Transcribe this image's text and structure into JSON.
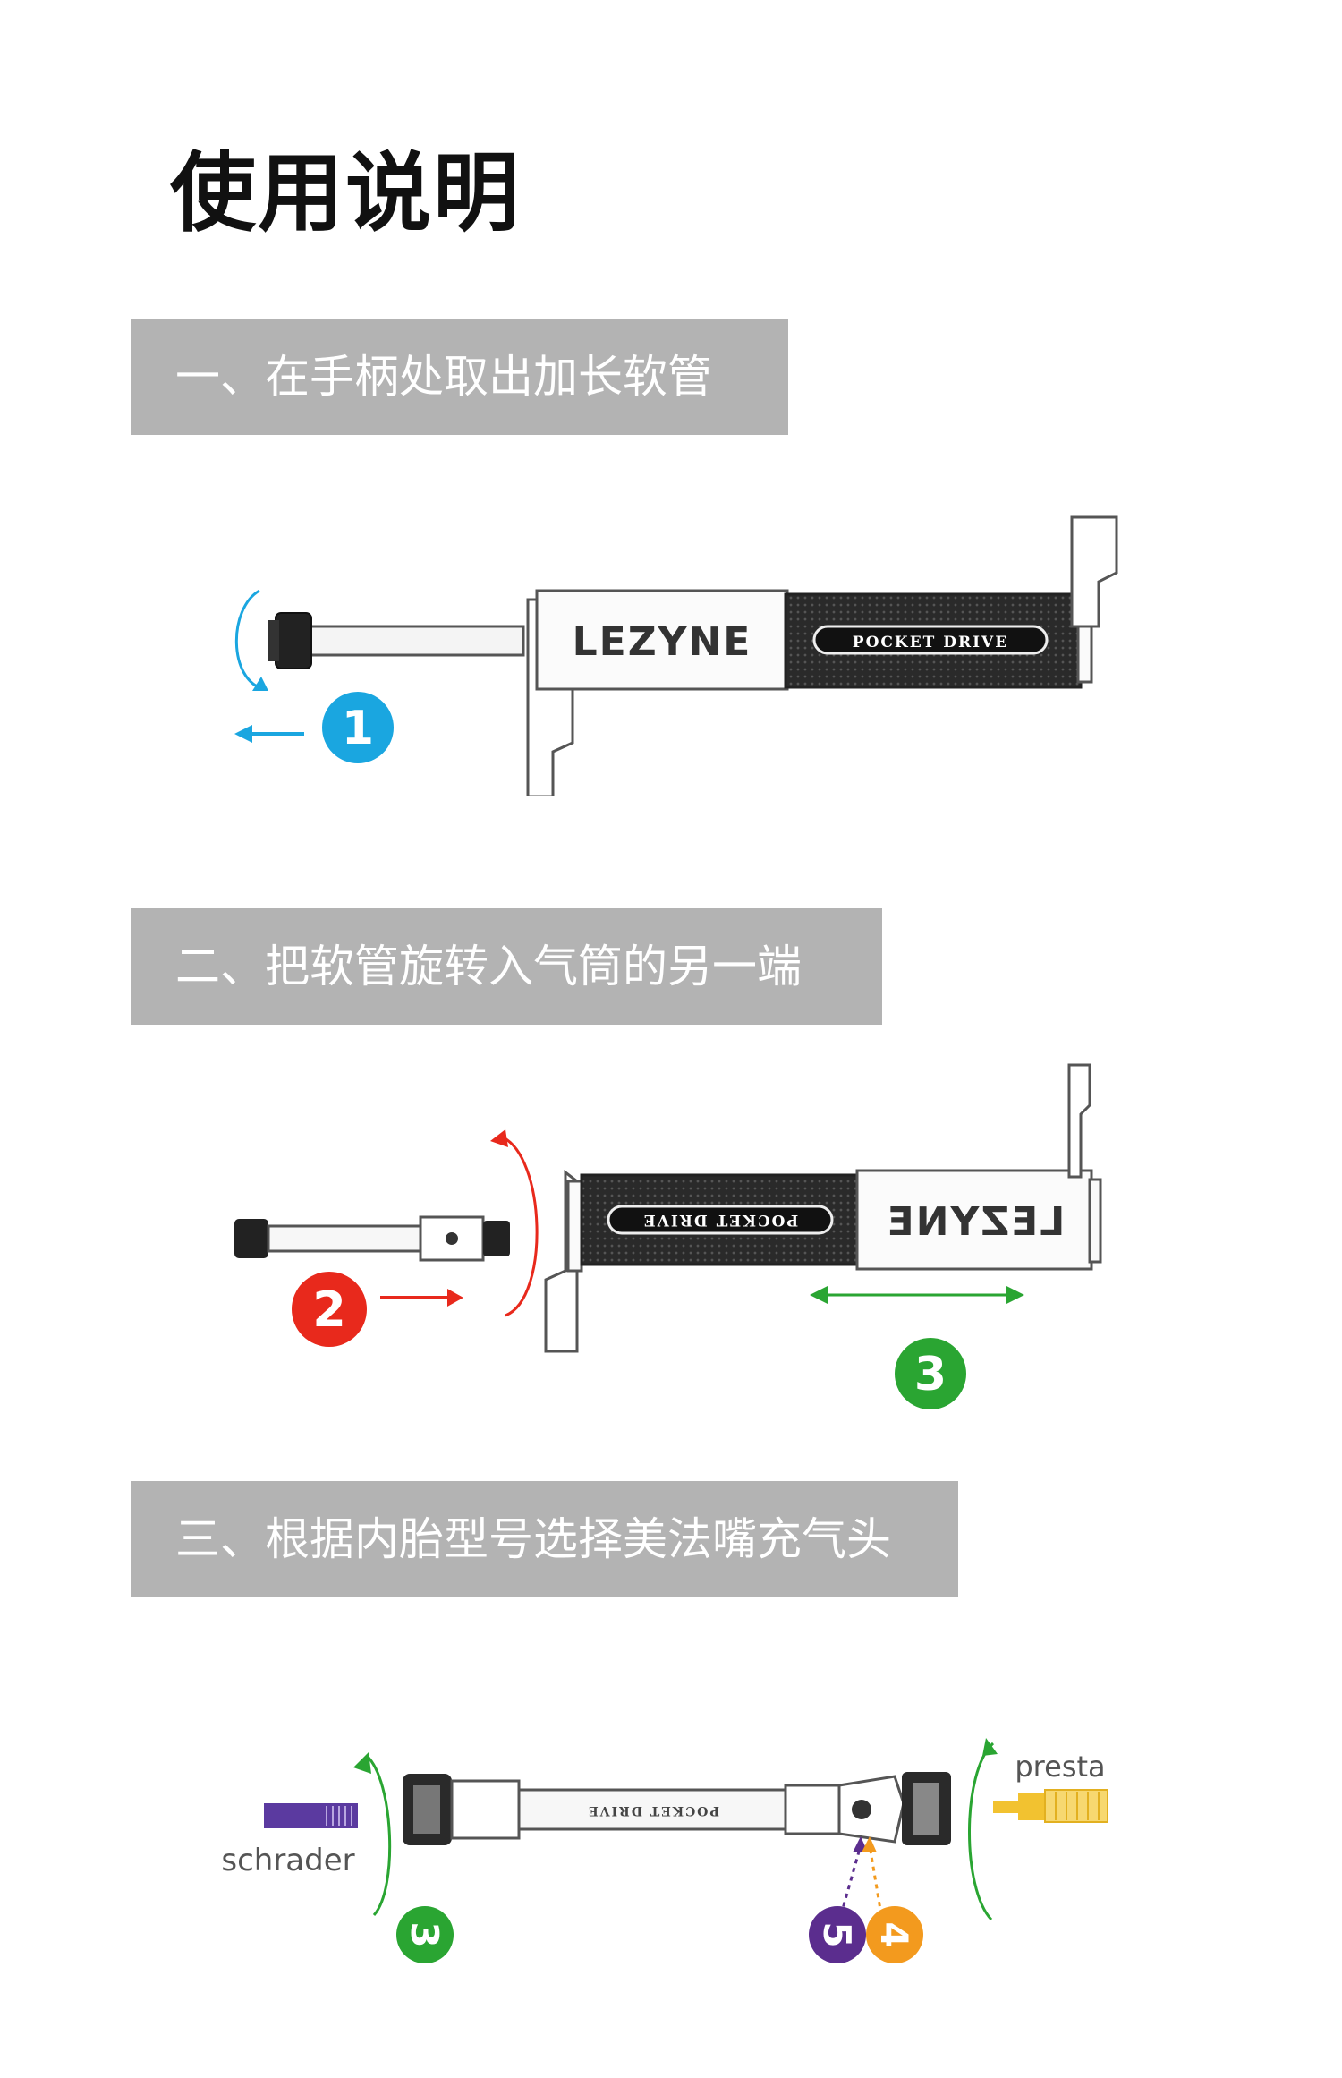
{
  "page": {
    "title": "使用说明"
  },
  "steps": [
    {
      "heading": "一、在手柄处取出加长软管"
    },
    {
      "heading": "二、把软管旋转入气筒的另一端"
    },
    {
      "heading": "三、根据内胎型号选择美法嘴充气头"
    }
  ],
  "pump": {
    "brand": "LEZYNE",
    "model": "POCKET DRIVE"
  },
  "markers": {
    "m1": "1",
    "m2": "2",
    "m3": "3",
    "m3b": "3",
    "m4": "4",
    "m5": "5"
  },
  "valves": {
    "schrader": "schrader",
    "presta": "presta"
  },
  "colors": {
    "banner": "#b3b3b3",
    "marker_blue": "#1aa6e0",
    "marker_red": "#e8291c",
    "marker_green": "#2aa532",
    "marker_purple": "#5b2d8e",
    "marker_orange": "#f39a1e",
    "schrader_purple": "#5b3aa0",
    "presta_gold": "#f2c230"
  }
}
